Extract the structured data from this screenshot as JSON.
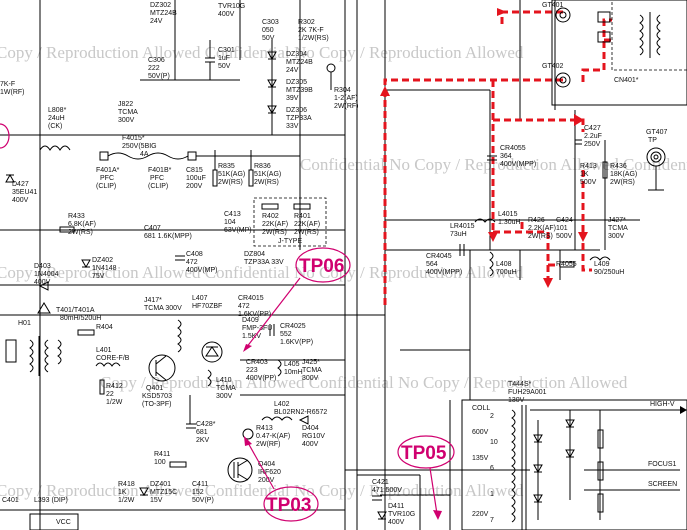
{
  "watermark": {
    "rows": [
      "Copy / Reproduction Allowed Confidential No Copy / Reproduction Allowed",
      "Confidential No Copy / Reproduction Allowed Confidential No Copy / Reproduction Allowed",
      "Copy / Reproduction Allowed Confidential No Copy / Reproduction Allowed",
      "Copy / Reproduction Allowed Confidential No Copy / Reproduction Allowed",
      "Copy / Reproduction Allowed Confidential No Copy / Reproduction Allowed"
    ]
  },
  "test_points": {
    "tp06": "TP06",
    "tp05": "TP05",
    "tp03": "TP03"
  },
  "labels": {
    "dz302": "DZ302",
    "dz302v": "MTZ24B",
    "dz302b": "24V",
    "tvr10g": "TVR10G",
    "tvr10g_v": "400V",
    "c303": "C303",
    "c303a": "050",
    "c303b": "50V",
    "r302": "R302",
    "r302a": "2K 7K-F",
    "r302b": "1/2W(RS)",
    "c301": "C301",
    "c301a": "1uF",
    "c301b": "50V",
    "c306": "C306",
    "c306a": "222",
    "c306b": "50V(P)",
    "dz304": "DZ304",
    "dz304a": "MTZ24B",
    "dz304b": "24V",
    "dz305": "DZ305",
    "dz305a": "MTZ39B",
    "dz305b": "39V",
    "dz306": "DZ306",
    "dz306a": "TZP33A",
    "dz306b": "33V",
    "r304": "R304",
    "r304a": "1-2(AF)",
    "r304b": "2W(RF)",
    "l7k": "7K-F",
    "l1w": "1W(RF)",
    "l808": "L808*",
    "l808a": "24uH",
    "l808b": "(CK)",
    "j822": "J822",
    "j822a": "TCMA",
    "j822b": "300V",
    "f4015": "F4015*",
    "f4015a": "250V(5BIG",
    "f4015b": "4A",
    "f401a": "F401A*",
    "f401a1": "PFC",
    "f401a2": "(CLIP)",
    "f401b": "F401B*",
    "f401b1": "PFC",
    "f401b2": "(CLIP)",
    "c815": "C815",
    "c815a": "100uF",
    "c815b": "200V",
    "r835": "R835",
    "r835a": "51K(AG)",
    "r835b": "2W(RS)",
    "r836": "R836",
    "r836a": "51K(AG)",
    "r836b": "2W(RS)",
    "d427": "D427",
    "d427a": "35EU41",
    "d427b": "400V",
    "r433": "R433",
    "r433a": "6.8K(AF)",
    "r433b": "2W(RS)",
    "c407": "C407",
    "c407a": "681 1.6K(MPP)",
    "c413": "C413",
    "c413a": "104",
    "c413b": "63V(MP)",
    "r402": "R402",
    "r402a": "22K(AF)",
    "r402b": "2W(RS)",
    "r401": "R401",
    "r401a": "22K(AF)",
    "r401b": "2W(RS)",
    "jtype": "J-TYPE",
    "c408": "C408",
    "c408a": "472",
    "c408b": "400V(MP)",
    "dz804": "DZ804",
    "dz804a": "TZP33A 33V",
    "d403": "D403",
    "d403a": "1N4004",
    "d403b": "400V",
    "dz402": "DZ402",
    "dz402a": "1N4148",
    "dz402b": "75V",
    "t401": "T401/T401A",
    "t401a": "80mH/520uH",
    "j417": "J417*",
    "j417a": "TCMA 300V",
    "l407": "L407",
    "l407a": "HF70ZBF",
    "c4015": "CR4015",
    "c4015a": "472",
    "c4015b": "1.6KV(PP)",
    "h01": "H01",
    "r404": "R404",
    "l401": "L401",
    "l401a": "CORE-F/B",
    "d409": "D409",
    "d409a": "FMP-3FU",
    "d409b": "1.5KV",
    "cr4025": "CR4025",
    "cr4025a": "552",
    "cr4025b": "1.6KV(PP)",
    "r412": "R412",
    "r412a": "22",
    "r412b": "1/2W",
    "q401": "Q401",
    "q401a": "KSD5703",
    "q401b": "(TO-3PF)",
    "l410": "L410",
    "l410a": "TCMA",
    "l410b": "300V",
    "cr403": "CR403",
    "cr403a": "223",
    "cr403b": "400V(PP)",
    "l405": "L405",
    "l405a": "10mH",
    "j425": "J425*",
    "j425a": "TCMA",
    "j425b": "300V",
    "c428": "C428*",
    "c428a": "681",
    "c428b": "2KV",
    "l402": "L402",
    "l402a": "BL02RN2-R6572",
    "r413": "R413",
    "r413a": "0.47-K(AF)",
    "r413b": "2W(RF)",
    "d404": "D404",
    "d404a": "RG10V",
    "d404b": "400V",
    "r411": "R411",
    "r411a": "100",
    "r418": "R418",
    "r418a": "1K",
    "r418b": "1/2W",
    "dz401": "DZ401",
    "dz401a": "MTZ15C",
    "dz401b": "15V",
    "c411": "C411",
    "c411a": "152",
    "c411b": "50V(P)",
    "q404": "Q404",
    "q404a": "IRF620",
    "q404b": "200V",
    "c401": "C401",
    "l393": "L393 (DIP)",
    "vcc": "VCC",
    "gt401": "GT401",
    "gt402": "GT402",
    "cn401": "CN401*",
    "c427": "C427",
    "c427a": "2.2uF",
    "c427b": "250V",
    "gt407": "GT407",
    "gt407a": "TP",
    "cr4055": "CR4055",
    "cr4055a": "364",
    "cr4055b": "400V(MPP)",
    "r413r": "R413",
    "r413ra": "1K",
    "r413rb": "500V",
    "r436": "R436",
    "r436a": "18K(AG)",
    "r436b": "2W(RS)",
    "lr4015": "LR4015",
    "lr4015a": "73uH",
    "lr4015b": "L4015",
    "lr4015c": "1.30uH",
    "r426": "R426",
    "r426a": "2.2K(AF)",
    "r426b": "2W(RS)",
    "c424": "C424",
    "c424a": "101",
    "c424b": "500V",
    "j427": "J427*",
    "j427a": "TCMA",
    "j427b": "300V",
    "cr4045": "CR4045",
    "cr4045a": "564",
    "cr4045b": "400V(MPP)",
    "l408": "L408",
    "l408a": "700uH",
    "r4055": "R4055",
    "l409": "L409",
    "l409a": "90/250uH",
    "t444": "T444S*",
    "t444a": "FUH29A001",
    "t444b": "130V",
    "coll": "COLL",
    "v600": "600V",
    "v135": "135V",
    "v220": "220V",
    "pin1": "2",
    "pin2": "10",
    "pin3": "6",
    "pin4": "1",
    "pin5": "7",
    "highv": "HIGH-V",
    "focus": "FOCUS1",
    "screen": "SCREEN",
    "c421": "C421",
    "c421a": "471 500V",
    "d411": "D411",
    "d411a": "TVR10G",
    "d411b": "400V",
    "r433x": "R433"
  },
  "colors": {
    "wire": "#000000",
    "highlight_path": "#e4141e",
    "test_point": "#d0006f",
    "watermark": "#c8c8c8"
  }
}
